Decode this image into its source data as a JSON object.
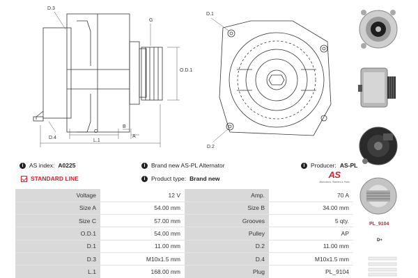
{
  "drawing": {
    "labels": {
      "d3": "D.3",
      "d4": "D.4",
      "g": "G",
      "od1": "O.D.1",
      "c": "C",
      "b": "B",
      "a": "A",
      "l1": "L.1",
      "d1": "D.1",
      "d2": "D.2"
    }
  },
  "info": {
    "as_index_label": "AS index:",
    "as_index_value": "A0225",
    "brand_text": "Brand new AS-PL Alternator",
    "producer_label": "Producer:",
    "producer_value": "AS-PL",
    "standard_line": "STANDARD LINE",
    "product_type_label": "Product type:",
    "product_type_value": "Brand new"
  },
  "brand": {
    "logo": "AS",
    "tagline": "Alternators, Starters & Parts"
  },
  "specs": [
    {
      "k1": "Voltage",
      "v1": "12 V",
      "k2": "Amp.",
      "v2": "70 A"
    },
    {
      "k1": "Size A",
      "v1": "54.00 mm",
      "k2": "Size B",
      "v2": "34.00 mm"
    },
    {
      "k1": "Size C",
      "v1": "57.00 mm",
      "k2": "Grooves",
      "v2": "5 qty."
    },
    {
      "k1": "O.D.1",
      "v1": "54.00 mm",
      "k2": "Pulley",
      "v2": "AP"
    },
    {
      "k1": "D.1",
      "v1": "11.00 mm",
      "k2": "D.2",
      "v2": "11.00 mm"
    },
    {
      "k1": "D.3",
      "v1": "M10x1.5 mm",
      "k2": "D.4",
      "v2": "M10x1.5 mm"
    },
    {
      "k1": "L.1",
      "v1": "168.00 mm",
      "k2": "Plug",
      "v2": "PL_9104"
    }
  ],
  "plug": {
    "name": "PL_9104",
    "terminal": "D+"
  },
  "colors": {
    "accent": "#d4202a",
    "table_key_bg": "#d9d9d9"
  }
}
